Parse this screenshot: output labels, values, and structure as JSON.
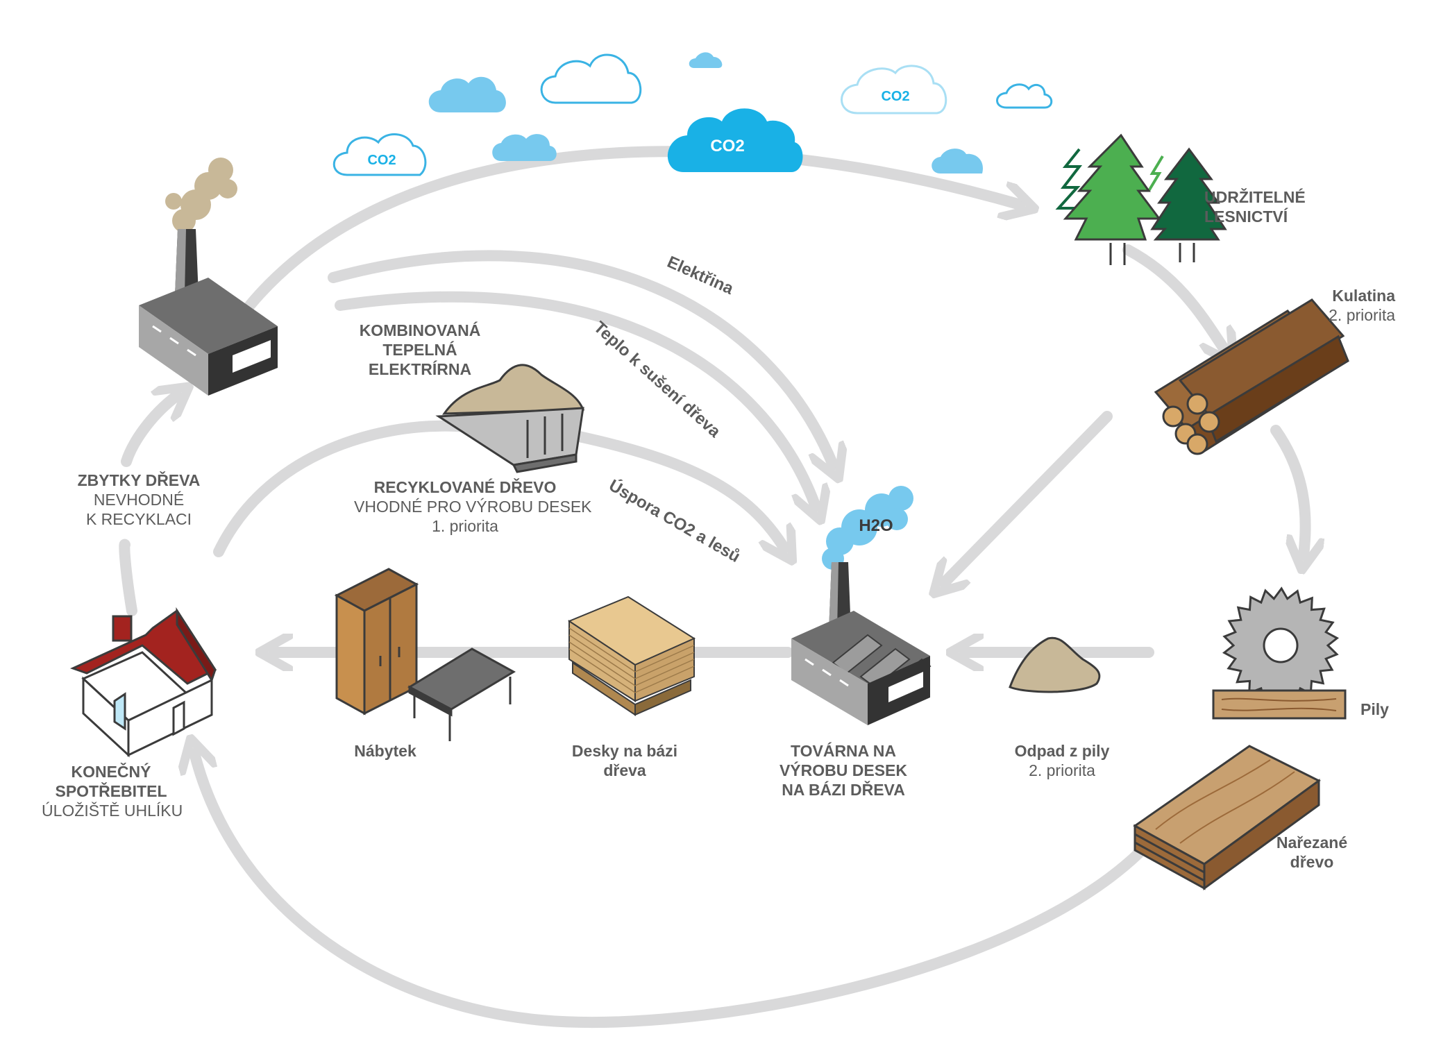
{
  "colors": {
    "arrow": "#d9d9da",
    "cloud_dark": "#19b1e6",
    "cloud_light": "#77c9ee",
    "cloud_outline": "#3ab3e4",
    "text": "#5c5c5c",
    "tree_light": "#4caf50",
    "tree_dark": "#11683f",
    "roof_red": "#a3231f",
    "wood": "#9c6a3a",
    "sawdust": "#c8b898"
  },
  "clouds": {
    "co2_big": "CO2",
    "co2_left": "CO2",
    "co2_right": "CO2",
    "h2o": "H2O"
  },
  "labels": {
    "forestry": [
      "UDRŽITELNÉ",
      "LESNICTVÍ"
    ],
    "logs_title": "Kulatina",
    "logs_priority": "2. priorita",
    "saw": "Pily",
    "lumber": [
      "Nařezané",
      "dřevo"
    ],
    "sawdust_title": "Odpad z pily",
    "sawdust_priority": "2. priorita",
    "factory": [
      "TOVÁRNA NA",
      "VÝROBU DESEK",
      "NA BÁZI DŘEVA"
    ],
    "boards": [
      "Desky na bázi",
      "dřeva"
    ],
    "furniture": "Nábytek",
    "consumer_title": [
      "KONEČNÝ",
      "SPOTŘEBITEL"
    ],
    "consumer_sub": "ÚLOŽIŠTĚ UHLÍKU",
    "residues_title": "ZBYTKY DŘEVA",
    "residues_sub": [
      "NEVHODNÉ",
      "K RECYKLACI"
    ],
    "chp": [
      "KOMBINOVANÁ",
      "TEPELNÁ",
      "ELEKTRÍRNA"
    ],
    "recycled_title": "RECYKLOVANÉ DŘEVO",
    "recycled_sub": "VHODNÉ PRO VÝROBU DESEK",
    "recycled_priority": "1. priorita"
  },
  "flows": {
    "electricity": "Elektřina",
    "heat": "Teplo k sušení dřeva",
    "savings": "Úspora CO2 a lesů"
  }
}
